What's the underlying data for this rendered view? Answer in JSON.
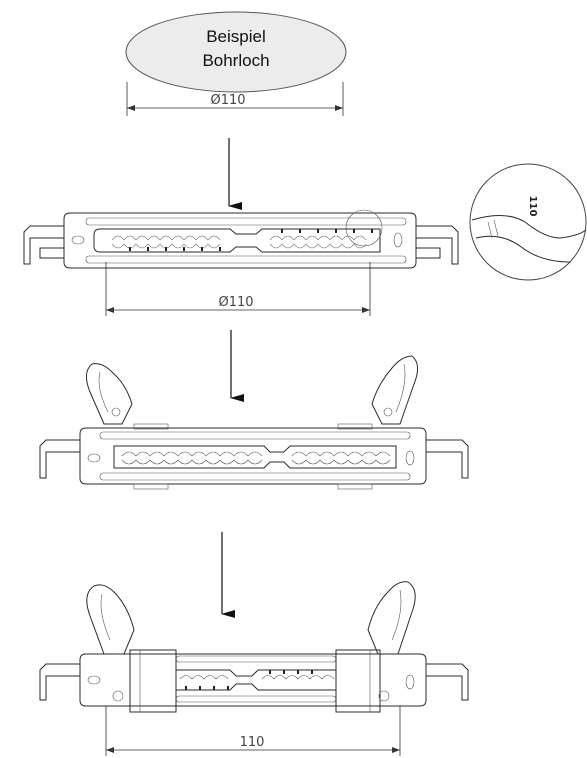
{
  "bubble": {
    "line1": "Beispiel",
    "line2": "Bohrloch"
  },
  "dimensions": {
    "top": "Ø110",
    "middle": "Ø110",
    "bottom": "110"
  },
  "detail": {
    "label": "110"
  },
  "colors": {
    "bubble_fill": "#ececec",
    "line": "#2a2a2a",
    "arrow": "#111111"
  }
}
